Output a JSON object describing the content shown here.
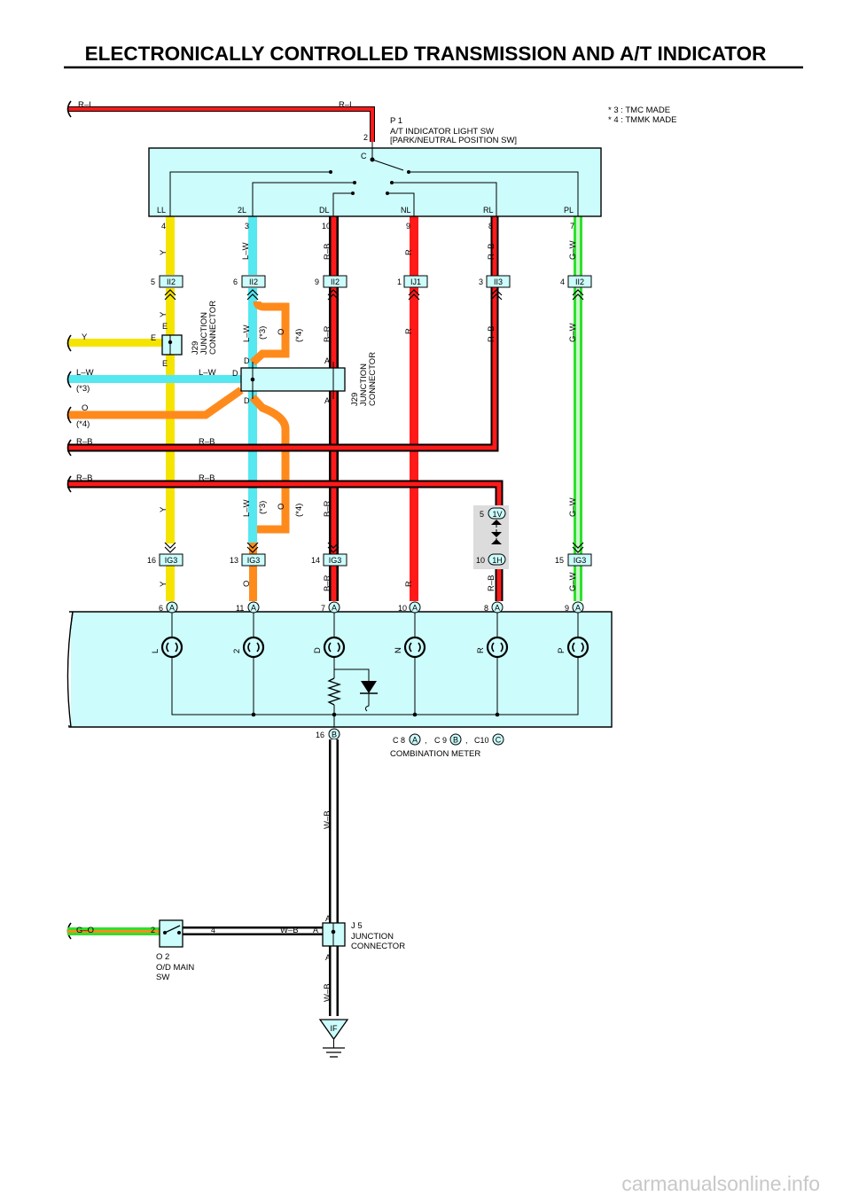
{
  "title": "ELECTRONICALLY CONTROLLED TRANSMISSION AND A/T INDICATOR",
  "footer": "carmanualsonline.info",
  "notes": [
    "* 3 : TMC MADE",
    "* 4 : TMMK MADE"
  ],
  "p1": {
    "code": "P 1",
    "name": "A/T INDICATOR LIGHT SW",
    "sub": "[PARK/NEUTRAL POSITION SW]",
    "pin_in": "2",
    "common": "C",
    "terminals": [
      "LL",
      "2L",
      "DL",
      "NL",
      "RL",
      "PL"
    ],
    "pins": [
      "4",
      "3",
      "10",
      "9",
      "8",
      "7"
    ]
  },
  "wires": {
    "top_left": "R–L",
    "top_right": "R–L",
    "upper": [
      "Y",
      "L–W",
      "R–B",
      "R",
      "R–B",
      "G–W"
    ],
    "mid": [
      "Y",
      "L–W",
      "(*3)",
      "O",
      "(*4)",
      "B–R",
      "R",
      "R–B",
      "G–W"
    ],
    "low": [
      "Y",
      "L–W",
      "(*3)",
      "O",
      "(*4)",
      "B–R",
      "G–W"
    ],
    "bottom": [
      "Y",
      "O",
      "B–R",
      "R",
      "R–B",
      "G–W"
    ]
  },
  "connectors_top": [
    {
      "pin": "5",
      "code": "II2"
    },
    {
      "pin": "6",
      "code": "II2"
    },
    {
      "pin": "9",
      "code": "II2"
    },
    {
      "pin": "1",
      "code": "IJ1"
    },
    {
      "pin": "3",
      "code": "II3"
    },
    {
      "pin": "4",
      "code": "II2"
    }
  ],
  "connectors_bottom": [
    {
      "pin": "16",
      "code": "IG3"
    },
    {
      "pin": "13",
      "code": "IG3"
    },
    {
      "pin": "14",
      "code": "IG3"
    },
    {
      "pin": "10",
      "code": "1H"
    },
    {
      "pin": "15",
      "code": "IG3"
    }
  ],
  "conn_1v": {
    "pin": "5",
    "code": "1V"
  },
  "left_side": [
    {
      "wire": "Y",
      "label": "E"
    },
    {
      "wire": "L–W",
      "note": "(*3)",
      "wire2": "L–W",
      "label": "D"
    },
    {
      "wire": "O",
      "note": "(*4)"
    },
    {
      "wire": "R–B",
      "wire2": "R–B"
    },
    {
      "wire": "R–B",
      "wire2": "R–B"
    }
  ],
  "j29": {
    "line1": "J29",
    "line2": "JUNCTION",
    "line3": "CONNECTOR",
    "e": "E",
    "d": "D",
    "a": "A"
  },
  "meter": {
    "pins": [
      {
        "pin": "6",
        "c": "A"
      },
      {
        "pin": "11",
        "c": "A"
      },
      {
        "pin": "7",
        "c": "A"
      },
      {
        "pin": "10",
        "c": "A"
      },
      {
        "pin": "8",
        "c": "A"
      },
      {
        "pin": "9",
        "c": "A"
      }
    ],
    "lamps": [
      "L",
      "2",
      "D",
      "N",
      "R",
      "P"
    ],
    "gnd_pin": "16",
    "gnd_conn": "B",
    "connectors": [
      "C 8",
      "A",
      ",",
      "C 9",
      "B",
      ",",
      "C10",
      "C"
    ],
    "name": "COMBINATION METER"
  },
  "lower": {
    "wb1": "W–B",
    "wb2": "W–B",
    "wb3": "W–B",
    "go": "G–O",
    "o2_pin1": "2",
    "o2_pin2": "4",
    "o2_code": "O 2",
    "o2_name1": "O/D MAIN",
    "o2_name2": "SW",
    "j5_code": "J 5",
    "j5_name1": "JUNCTION",
    "j5_name2": "CONNECTOR",
    "j5_a": "A",
    "ground": "IF"
  },
  "colors": {
    "Y": "#f5e400",
    "LW": "#55e8f0",
    "O": "#ff8a1c",
    "R": "#ff1a1a",
    "G": "#2ee02e",
    "box": "#ccfcfc",
    "wb": "#ffffff"
  }
}
